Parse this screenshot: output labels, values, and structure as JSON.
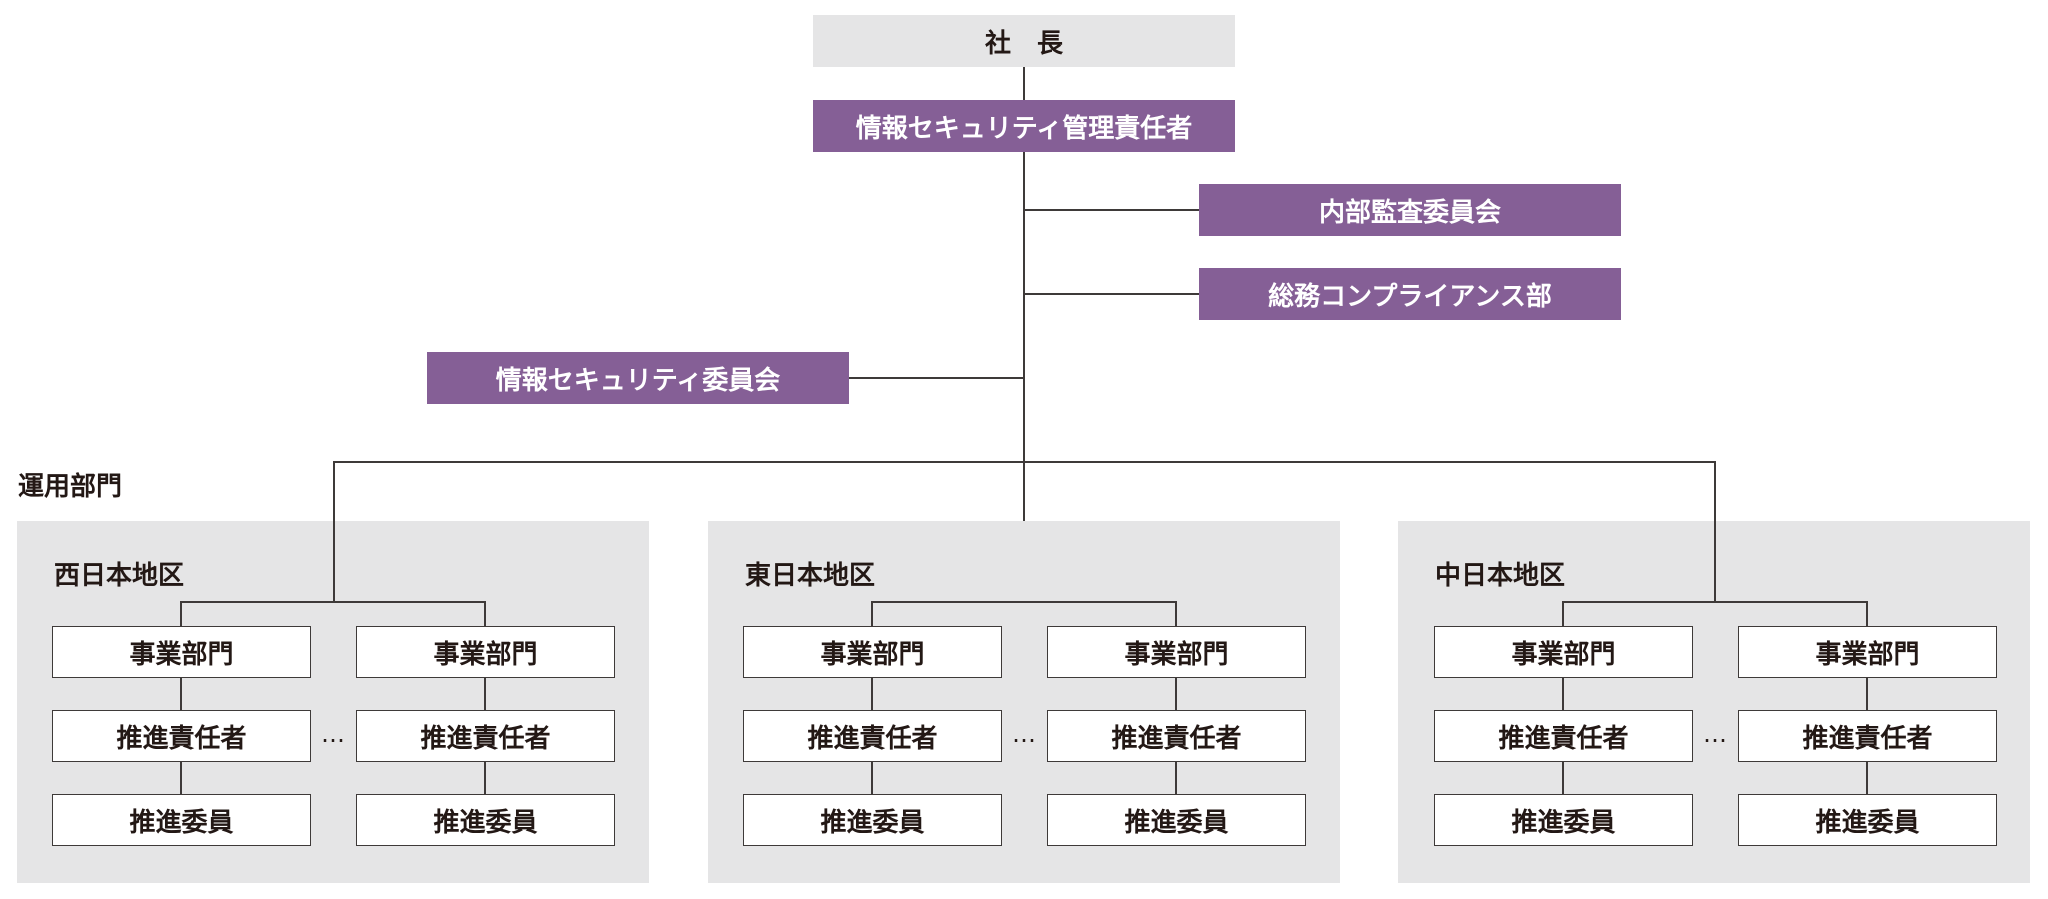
{
  "president": "社　長",
  "info_sec_manager": "情報セキュリティ管理責任者",
  "internal_audit": "内部監査委員会",
  "compliance": "総務コンプライアンス部",
  "info_sec_committee": "情報セキュリティ委員会",
  "operations_label": "運用部門",
  "ellipsis": "…",
  "regions": [
    {
      "name": "西日本地区",
      "columns": [
        {
          "dept": "事業部門",
          "leader": "推進責任者",
          "member": "推進委員"
        },
        {
          "dept": "事業部門",
          "leader": "推進責任者",
          "member": "推進委員"
        }
      ]
    },
    {
      "name": "東日本地区",
      "columns": [
        {
          "dept": "事業部門",
          "leader": "推進責任者",
          "member": "推進委員"
        },
        {
          "dept": "事業部門",
          "leader": "推進責任者",
          "member": "推進委員"
        }
      ]
    },
    {
      "name": "中日本地区",
      "columns": [
        {
          "dept": "事業部門",
          "leader": "推進責任者",
          "member": "推進委員"
        },
        {
          "dept": "事業部門",
          "leader": "推進責任者",
          "member": "推進委員"
        }
      ]
    }
  ],
  "colors": {
    "accent": "#855f96",
    "panel": "#e5e5e6",
    "line": "#3e3a39"
  }
}
